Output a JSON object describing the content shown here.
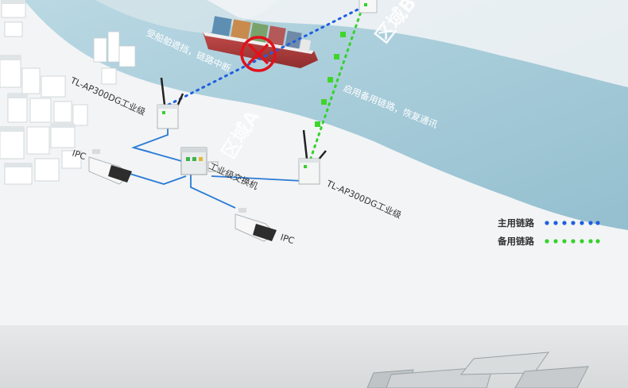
{
  "zones": {
    "zone_a": "区域A",
    "zone_b": "区域B"
  },
  "devices": {
    "ap_left": "TL-AP300DG工业级",
    "ap_right": "TL-AP300DG工业级",
    "switch": "工业级交换机",
    "ipc_left": "IPC",
    "ipc_right": "IPC"
  },
  "annotations": {
    "blocked": "受船舶遮挡，链路中断",
    "backup_enabled": "启用备用链路，恢复通讯"
  },
  "legend": {
    "primary_label": "主用链路",
    "backup_label": "备用链路"
  },
  "colors": {
    "primary_link": "#1f5fe0",
    "backup_link": "#35d12c",
    "river": "#a9ccd9",
    "wired_link": "#2a7bd6",
    "blocked_mark": "#e0121b"
  }
}
